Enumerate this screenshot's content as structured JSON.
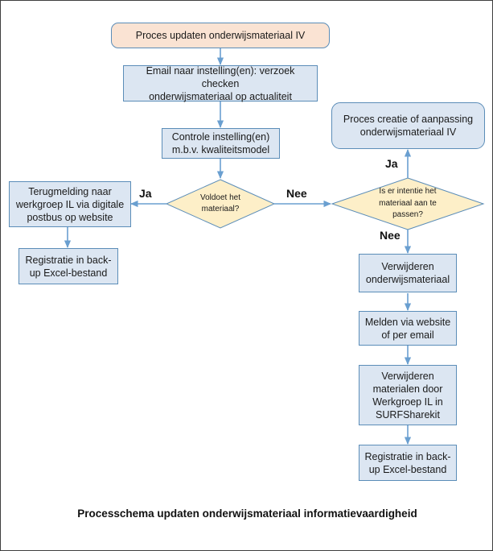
{
  "diagram": {
    "caption": "Processchema updaten onderwijsmateriaal informatievaardigheid",
    "colors": {
      "process_fill": "#dce6f2",
      "terminator_fill": "#fae3d3",
      "decision_fill": "#fdefc8",
      "border": "#5b8db8",
      "connector": "#6a9fd0",
      "text": "#1a1a1a"
    },
    "nodes": [
      {
        "id": "start",
        "type": "terminator",
        "text": "Proces updaten onderwijsmateriaal IV"
      },
      {
        "id": "email",
        "type": "process",
        "text": "Email naar instelling(en): verzoek checken\nonderwijsmateriaal op actualiteit"
      },
      {
        "id": "controle",
        "type": "process",
        "text": "Controle instelling(en)\nm.b.v. kwaliteitsmodel"
      },
      {
        "id": "decision-voldoet",
        "type": "decision",
        "text": "Voldoet het\nmateriaal?"
      },
      {
        "id": "terugmelding",
        "type": "process",
        "text": "Terugmelding naar\nwerkgroep IL via digitale\npostbus op website"
      },
      {
        "id": "registratie-left",
        "type": "process",
        "text": "Registratie in back-\nup Excel-bestand"
      },
      {
        "id": "decision-intentie",
        "type": "decision",
        "text": "Is er intentie het\nmateriaal aan te\npassen?"
      },
      {
        "id": "proces-creatie",
        "type": "terminator-blue",
        "text": "Proces creatie of aanpassing\nonderwijsmateriaal IV"
      },
      {
        "id": "verwijderen",
        "type": "process",
        "text": "Verwijderen\nonderwijsmateriaal"
      },
      {
        "id": "melden",
        "type": "process",
        "text": "Melden via website\nof per email"
      },
      {
        "id": "verwijderen-surf",
        "type": "process",
        "text": "Verwijderen\nmaterialen door\nWerkgroep IL in\nSURFSharekit"
      },
      {
        "id": "registratie-right",
        "type": "process",
        "text": "Registratie in back-\nup Excel-bestand"
      }
    ],
    "edge_labels": {
      "voldoet_ja": "Ja",
      "voldoet_nee": "Nee",
      "intentie_ja": "Ja",
      "intentie_nee": "Nee"
    }
  }
}
